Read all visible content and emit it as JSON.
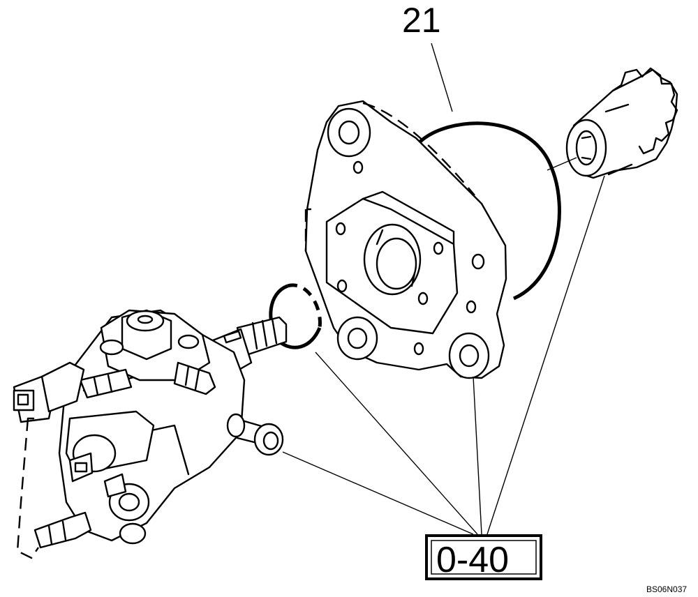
{
  "diagram": {
    "part_callout": "21",
    "reference_box": "0-40",
    "drawing_code": "BS06N037"
  }
}
